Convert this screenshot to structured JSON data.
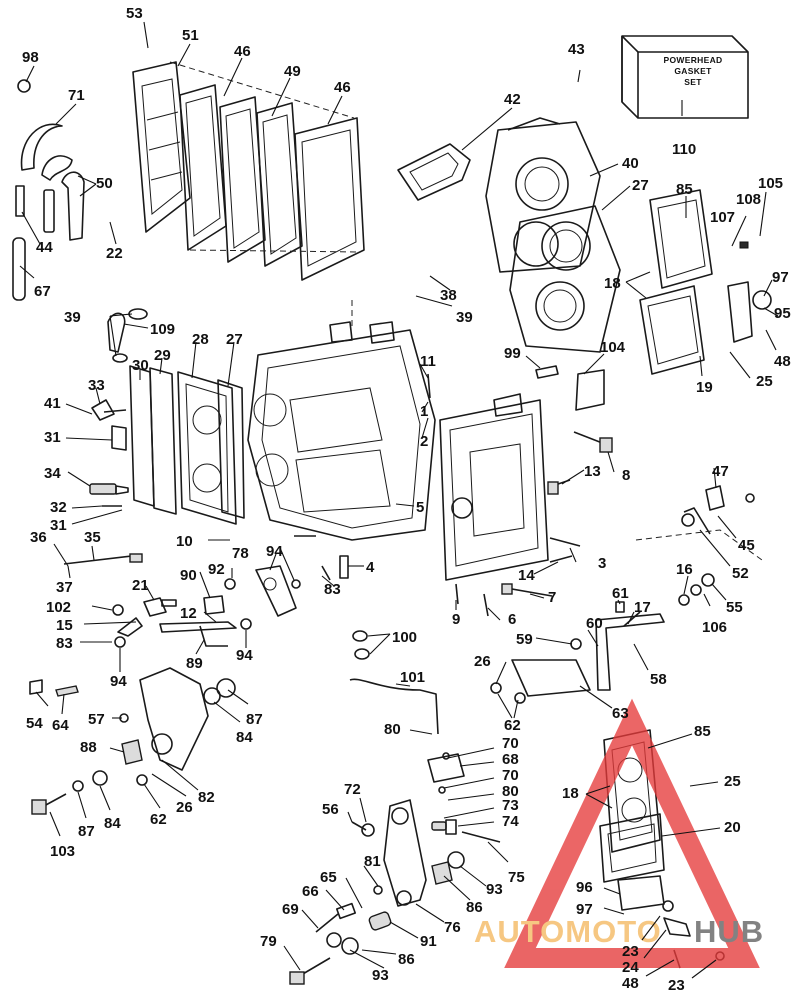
{
  "gasket_set_box": {
    "lines": [
      "POWERHEAD",
      "GASKET",
      "SET"
    ],
    "number": "110"
  },
  "watermark": {
    "text_primary": "AUTOMOTO",
    "text_secondary": "HUB",
    "color_primary": "#f4b860",
    "color_secondary": "#606060",
    "triangle_color": "#e53b3b"
  },
  "callouts": {
    "c1": "1",
    "c2": "2",
    "c3": "3",
    "c4": "4",
    "c5": "5",
    "c6": "6",
    "c7": "7",
    "c8": "8",
    "c9": "9",
    "c10": "10",
    "c11": "11",
    "c12": "12",
    "c13": "13",
    "c14": "14",
    "c15": "15",
    "c16": "16",
    "c17": "17",
    "c18a": "18",
    "c18b": "18",
    "c19": "19",
    "c20": "20",
    "c21": "21",
    "c22": "22",
    "c23a": "23",
    "c23b": "23",
    "c24": "24",
    "c25a": "25",
    "c25b": "25",
    "c26a": "26",
    "c26b": "26",
    "c27a": "27",
    "c27b": "27",
    "c28": "28",
    "c29": "29",
    "c30": "30",
    "c31a": "31",
    "c31b": "31",
    "c32": "32",
    "c33": "33",
    "c34": "34",
    "c35": "35",
    "c36": "36",
    "c37": "37",
    "c38": "38",
    "c39a": "39",
    "c39b": "39",
    "c40": "40",
    "c41": "41",
    "c42": "42",
    "c43": "43",
    "c44": "44",
    "c45": "45",
    "c46a": "46",
    "c46b": "46",
    "c47": "47",
    "c48a": "48",
    "c48b": "48",
    "c49": "49",
    "c50": "50",
    "c51": "51",
    "c52": "52",
    "c53": "53",
    "c54": "54",
    "c55": "55",
    "c56": "56",
    "c57": "57",
    "c58": "58",
    "c59": "59",
    "c60": "60",
    "c61": "61",
    "c62a": "62",
    "c62b": "62",
    "c63": "63",
    "c64": "64",
    "c65": "65",
    "c66": "66",
    "c67": "67",
    "c68": "68",
    "c69": "69",
    "c70a": "70",
    "c70b": "70",
    "c71": "71",
    "c72": "72",
    "c73": "73",
    "c74": "74",
    "c75": "75",
    "c76": "76",
    "c78": "78",
    "c79": "79",
    "c80a": "80",
    "c80b": "80",
    "c81": "81",
    "c82": "82",
    "c83a": "83",
    "c83b": "83",
    "c84a": "84",
    "c84b": "84",
    "c85a": "85",
    "c85b": "85",
    "c86a": "86",
    "c86b": "86",
    "c87a": "87",
    "c87b": "87",
    "c88": "88",
    "c89": "89",
    "c90": "90",
    "c91": "91",
    "c92": "92",
    "c93a": "93",
    "c93b": "93",
    "c94a": "94",
    "c94b": "94",
    "c94c": "94",
    "c95": "95",
    "c96": "96",
    "c97a": "97",
    "c97b": "97",
    "c98": "98",
    "c99": "99",
    "c100": "100",
    "c101": "101",
    "c102": "102",
    "c103": "103",
    "c104": "104",
    "c105": "105",
    "c106": "106",
    "c107": "107",
    "c108": "108",
    "c109": "109"
  }
}
